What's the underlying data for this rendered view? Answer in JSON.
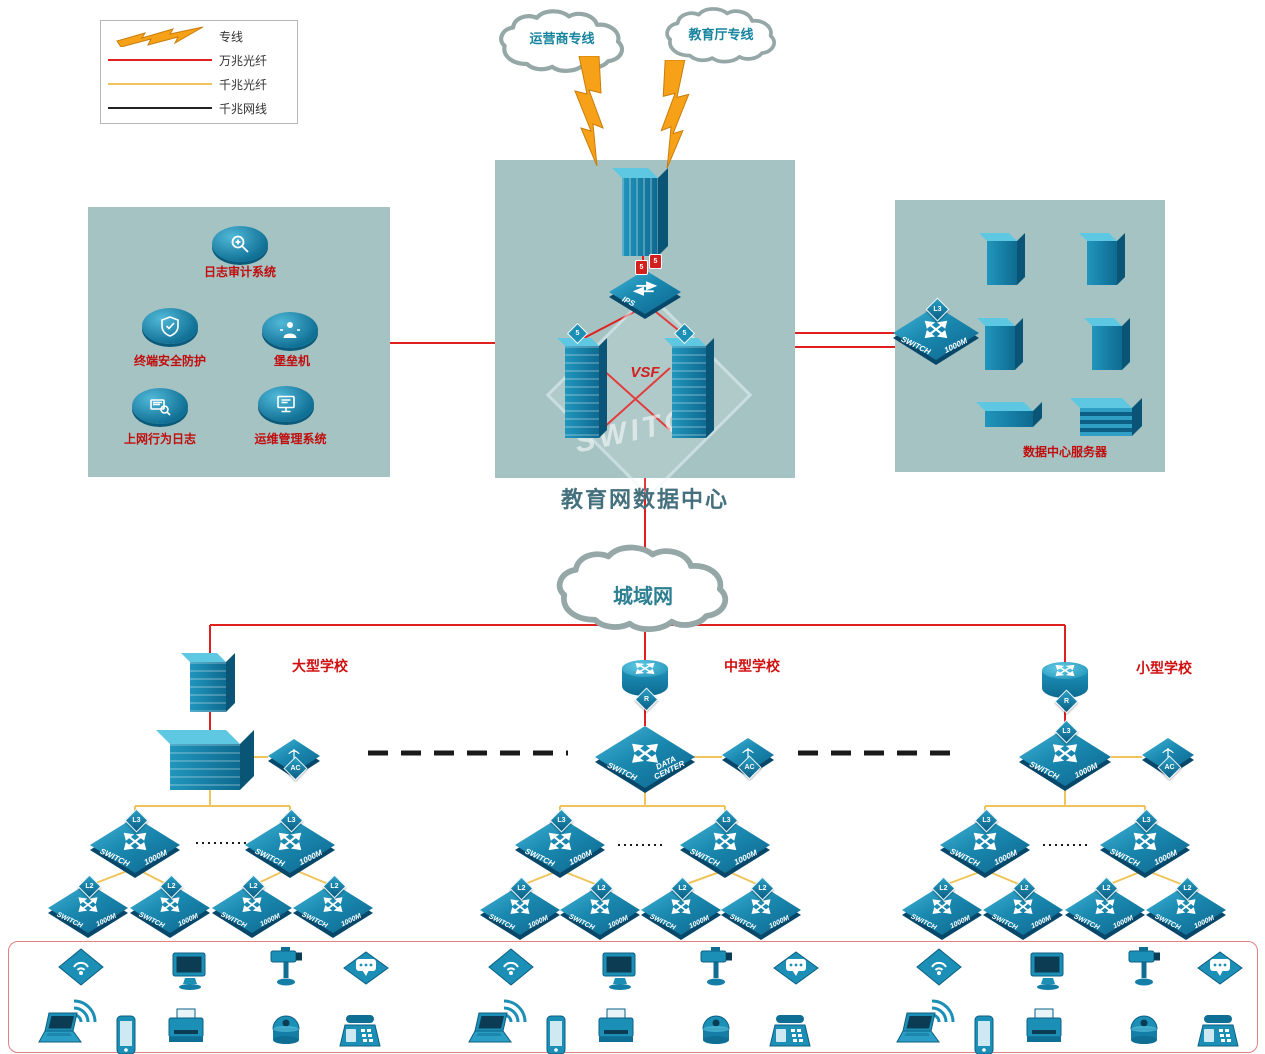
{
  "legend": {
    "items": [
      {
        "label": "专线"
      },
      {
        "label": "万兆光纤"
      },
      {
        "label": "千兆光纤"
      },
      {
        "label": "千兆网线"
      }
    ]
  },
  "clouds": {
    "operator": "运营商专线",
    "education": "教育厅专线",
    "man": "城域网"
  },
  "data_center": {
    "title": "教育网数据中心",
    "vsf": "VSF",
    "ips": "IPS",
    "watermark": "SWITCH",
    "stack_badge": "5"
  },
  "security_zone": {
    "items": [
      "日志审计系统",
      "终端安全防护",
      "堡垒机",
      "上网行为日志",
      "运维管理系统"
    ]
  },
  "server_zone": {
    "title": "数据中心服务器"
  },
  "labels": {
    "switch": "SWITCH",
    "m1000": "1000M",
    "l3": "L3",
    "l2": "L2",
    "ac": "AC",
    "r": "R",
    "data": "DATA",
    "center": "CENTER"
  },
  "schools": [
    {
      "name": "大型学校"
    },
    {
      "name": "中型学校"
    },
    {
      "name": "小型学校"
    }
  ],
  "colors": {
    "line_10g": "#e02020",
    "line_1g_fiber": "#f0c45c",
    "line_1g_copper": "#222222",
    "device_teal": "#1b8fb5",
    "zone_bg": "#a6c3c3"
  }
}
